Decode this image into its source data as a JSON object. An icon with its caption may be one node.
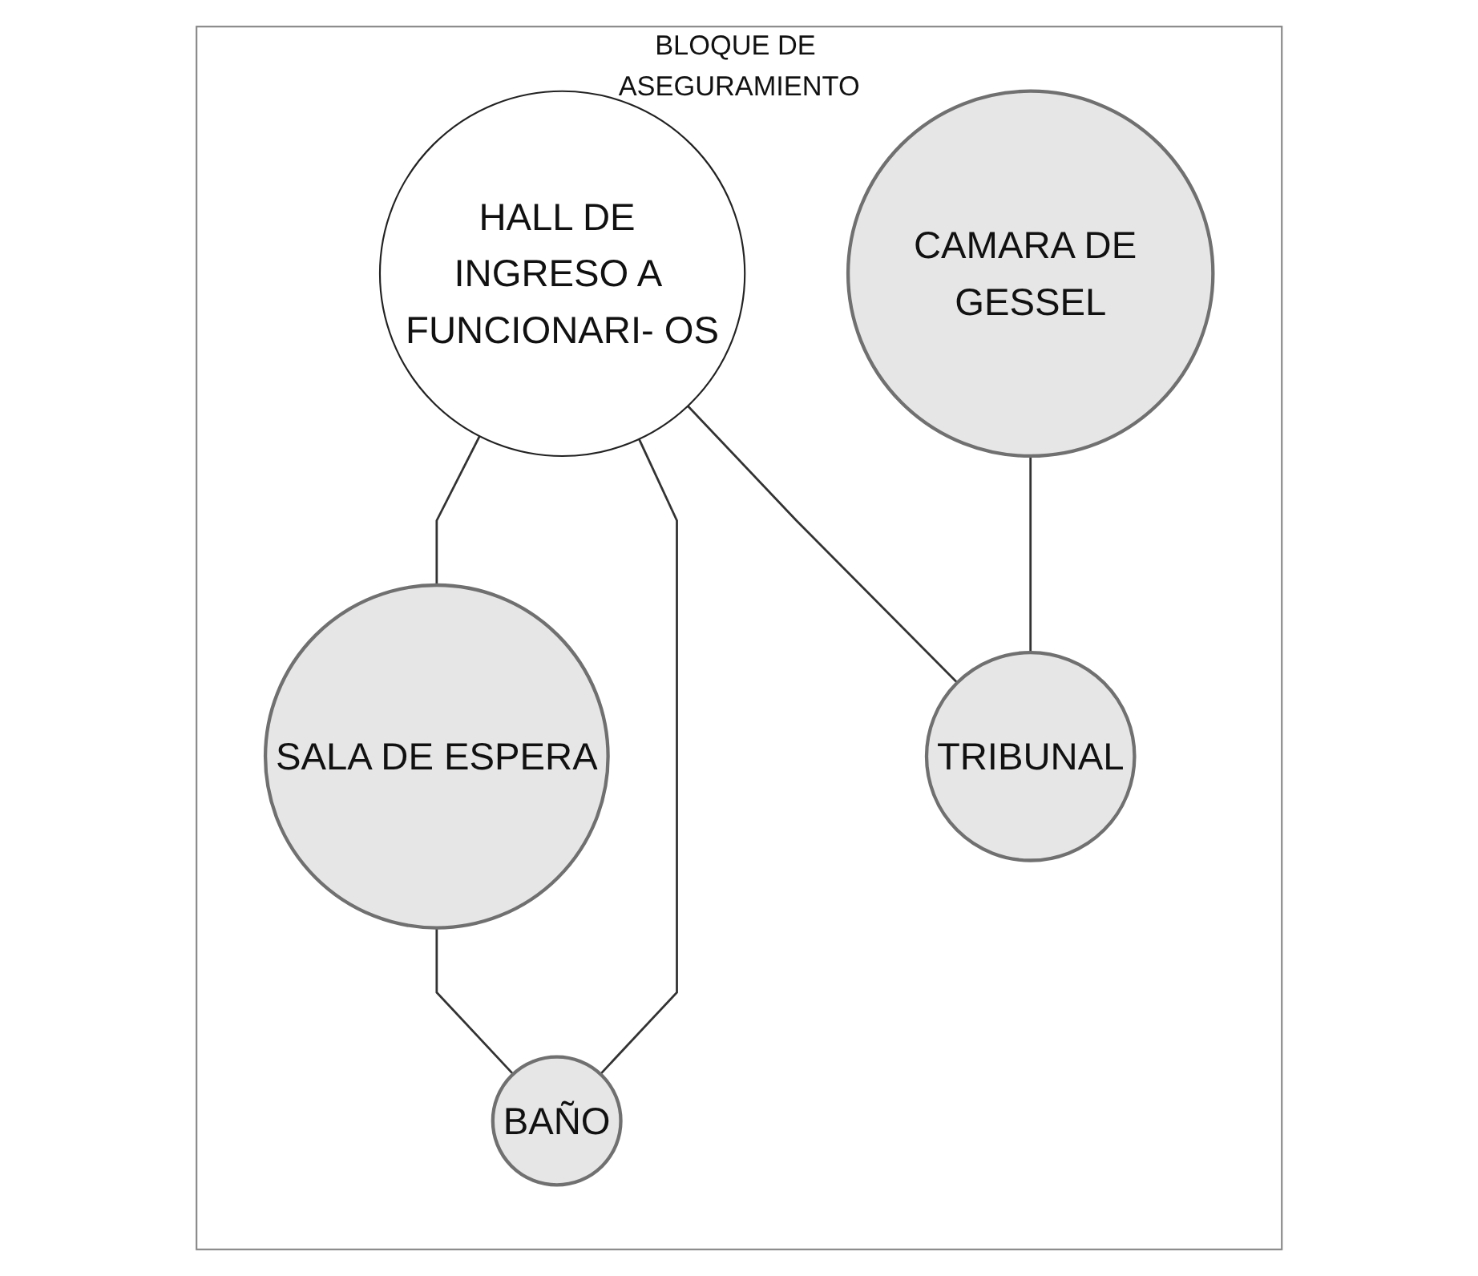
{
  "diagram": {
    "nodes": [
      {
        "text": [
          "BLOQUE DE ASEGURAMIENTO"
        ]
      },
      {
        "text": [
          "SALA DE ESPERA"
        ],
        "in": 0
      },
      {
        "text": [
          "BAÑO"
        ],
        "in": 0
      },
      {
        "text": [
          "HALL DE INGRESO A FUNCIONARI- OS"
        ],
        "in": 0
      },
      {
        "text": [
          "CAMARA DE GESSEL"
        ],
        "in": 0
      },
      {
        "text": [
          "TRIBUNAL"
        ],
        "in": 0
      }
    ],
    "edges": [
      {
        "from": 1,
        "to": 2,
        "arrow": "none"
      },
      {
        "from": 3,
        "to": 1,
        "arrow": "none"
      },
      {
        "from": 3,
        "to": 2,
        "arrow": "none"
      },
      {
        "from": 3,
        "to": 5,
        "arrow": "none"
      },
      {
        "from": 4,
        "to": 5,
        "arrow": "none"
      }
    ]
  }
}
